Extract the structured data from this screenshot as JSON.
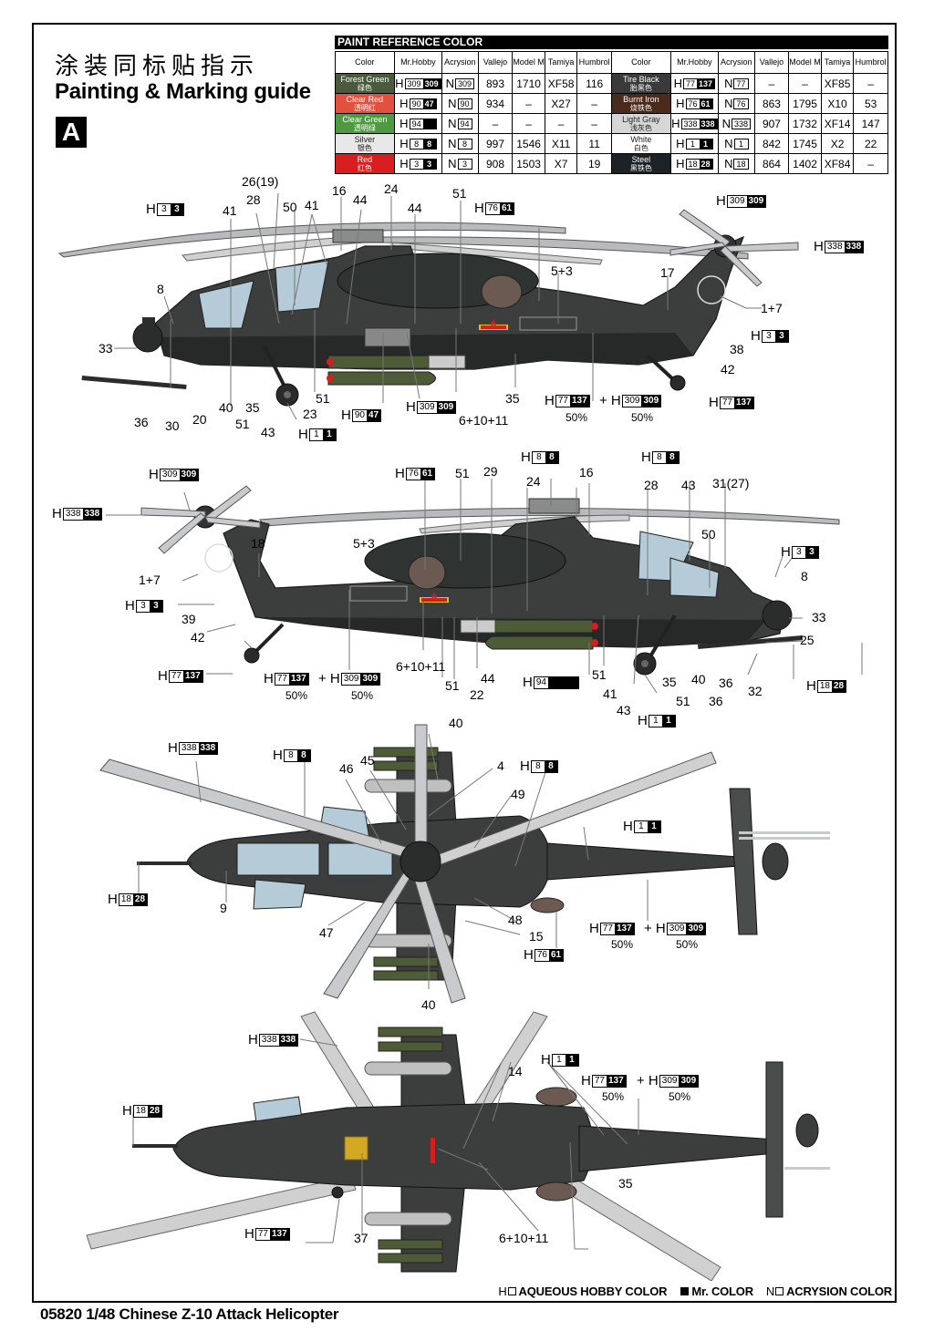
{
  "page": {
    "title_cn": "涂装同标贴指示",
    "title_en": "Painting & Marking guide",
    "scheme": "A"
  },
  "paint_reference": {
    "heading": "PAINT  REFERENCE COLOR",
    "columns": [
      "Color",
      "Mr.Hobby",
      "Acrysion",
      "Vallejo",
      "Model Master",
      "Tamiya",
      "Humbrol"
    ],
    "left": [
      {
        "name": "Forest Green",
        "name_cn": "绿色",
        "swatch": "#4a5a3c",
        "h": [
          "309",
          "309"
        ],
        "n": "309",
        "vallejo": "893",
        "model_master": "1710",
        "tamiya": "XF58",
        "humbrol": "116"
      },
      {
        "name": "Clear Red",
        "name_cn": "透明红",
        "swatch": "#e2513f",
        "h": [
          "90",
          "47"
        ],
        "n": "90",
        "vallejo": "934",
        "model_master": "–",
        "tamiya": "X27",
        "humbrol": "–"
      },
      {
        "name": "Clear Green",
        "name_cn": "透明绿",
        "swatch": "#4f9a40",
        "h": [
          "94",
          ""
        ],
        "n": "94",
        "vallejo": "–",
        "model_master": "–",
        "tamiya": "–",
        "humbrol": "–"
      },
      {
        "name": "Silver",
        "name_cn": "银色",
        "swatch": "#e8e8e8",
        "h": [
          "8",
          "8"
        ],
        "n": "8",
        "vallejo": "997",
        "model_master": "1546",
        "tamiya": "X11",
        "humbrol": "11"
      },
      {
        "name": "Red",
        "name_cn": "红色",
        "swatch": "#d81e1e",
        "h": [
          "3",
          "3"
        ],
        "n": "3",
        "vallejo": "908",
        "model_master": "1503",
        "tamiya": "X7",
        "humbrol": "19"
      }
    ],
    "right": [
      {
        "name": "Tire Black",
        "name_cn": "胎黑色",
        "swatch": "#3a3a3a",
        "h": [
          "77",
          "137"
        ],
        "n": "77",
        "vallejo": "–",
        "model_master": "–",
        "tamiya": "XF85",
        "humbrol": "–"
      },
      {
        "name": "Burnt Iron",
        "name_cn": "烧铁色",
        "swatch": "#4a2a1a",
        "h": [
          "76",
          "61"
        ],
        "n": "76",
        "vallejo": "863",
        "model_master": "1795",
        "tamiya": "X10",
        "humbrol": "53"
      },
      {
        "name": "Light Gray",
        "name_cn": "浅灰色",
        "swatch": "#d6d6d6",
        "h": [
          "338",
          "338"
        ],
        "n": "338",
        "vallejo": "907",
        "model_master": "1732",
        "tamiya": "XF14",
        "humbrol": "147"
      },
      {
        "name": "White",
        "name_cn": "白色",
        "swatch": "#ffffff",
        "h": [
          "1",
          "1"
        ],
        "n": "1",
        "vallejo": "842",
        "model_master": "1745",
        "tamiya": "X2",
        "humbrol": "22"
      },
      {
        "name": "Steel",
        "name_cn": "黑铁色",
        "swatch": "#1c2226",
        "h": [
          "18",
          "28"
        ],
        "n": "18",
        "vallejo": "864",
        "model_master": "1402",
        "tamiya": "XF84",
        "humbrol": "–"
      }
    ]
  },
  "views": {
    "left_side": {
      "labels": [
        "26(19)",
        "28",
        "41",
        "50",
        "41",
        "16",
        "44",
        "24",
        "44",
        "51",
        "8",
        "33",
        "17",
        "1+7",
        "38",
        "42",
        "5+3",
        "40",
        "35",
        "51",
        "43",
        "23",
        "51",
        "36",
        "30",
        "20",
        "35",
        "6+10+11"
      ],
      "callouts": [
        {
          "id": "red-light",
          "h": [
            "3",
            "3"
          ]
        },
        {
          "id": "exhaust",
          "h": [
            "76",
            "61"
          ]
        },
        {
          "id": "tail-rotor-hub",
          "h": [
            "309",
            "309"
          ]
        },
        {
          "id": "tail-rotor-blades",
          "h": [
            "338",
            "338"
          ]
        },
        {
          "id": "tail-light",
          "h": [
            "3",
            "3"
          ]
        },
        {
          "id": "main-wheel",
          "h": [
            "1",
            "1"
          ]
        },
        {
          "id": "rocket-tip",
          "h": [
            "90",
            "47"
          ]
        },
        {
          "id": "rockets",
          "h": [
            "309",
            "309"
          ]
        },
        {
          "id": "tail-wheel",
          "h": [
            "77",
            "137"
          ]
        },
        {
          "id": "fuselage-a",
          "h": [
            "77",
            "137"
          ],
          "pct": "50%"
        },
        {
          "id": "fuselage-b",
          "h": [
            "309",
            "309"
          ],
          "pct": "50%"
        }
      ]
    },
    "right_side": {
      "labels": [
        "51",
        "29",
        "24",
        "16",
        "28",
        "43",
        "31(27)",
        "50",
        "8",
        "33",
        "25",
        "18",
        "5+3",
        "1+7",
        "39",
        "42",
        "6+10+11",
        "51",
        "44",
        "22",
        "51",
        "41",
        "43",
        "35",
        "40",
        "51",
        "36",
        "36",
        "32"
      ],
      "callouts": [
        {
          "id": "tail-rotor-hub",
          "h": [
            "309",
            "309"
          ]
        },
        {
          "id": "tail-rotor-blades",
          "h": [
            "338",
            "338"
          ]
        },
        {
          "id": "exhaust",
          "h": [
            "76",
            "61"
          ]
        },
        {
          "id": "rotor-mast",
          "h": [
            "8",
            "8"
          ]
        },
        {
          "id": "canopy-frame",
          "h": [
            "8",
            "8"
          ]
        },
        {
          "id": "red-light",
          "h": [
            "3",
            "3"
          ]
        },
        {
          "id": "tail-light",
          "h": [
            "3",
            "3"
          ]
        },
        {
          "id": "tail-wheel",
          "h": [
            "77",
            "137"
          ]
        },
        {
          "id": "fuselage-a",
          "h": [
            "77",
            "137"
          ],
          "pct": "50%"
        },
        {
          "id": "fuselage-b",
          "h": [
            "309",
            "309"
          ],
          "pct": "50%"
        },
        {
          "id": "sensor-glass",
          "h": [
            "94",
            ""
          ]
        },
        {
          "id": "main-wheel",
          "h": [
            "1",
            "1"
          ]
        },
        {
          "id": "cannon",
          "h": [
            "18",
            "28"
          ]
        }
      ]
    },
    "top": {
      "labels": [
        "40",
        "46",
        "45",
        "4",
        "49",
        "9",
        "47",
        "48",
        "15",
        "40"
      ],
      "callouts": [
        {
          "id": "rotor-blade",
          "h": [
            "338",
            "338"
          ]
        },
        {
          "id": "antenna",
          "h": [
            "8",
            "8"
          ]
        },
        {
          "id": "hub",
          "h": [
            "8",
            "8"
          ]
        },
        {
          "id": "cannon",
          "h": [
            "18",
            "28"
          ]
        },
        {
          "id": "light",
          "h": [
            "1",
            "1"
          ]
        },
        {
          "id": "fuselage-a",
          "h": [
            "77",
            "137"
          ],
          "pct": "50%"
        },
        {
          "id": "fuselage-b",
          "h": [
            "309",
            "309"
          ],
          "pct": "50%"
        },
        {
          "id": "exhaust",
          "h": [
            "76",
            "61"
          ]
        }
      ]
    },
    "bottom": {
      "labels": [
        "14",
        "35",
        "37",
        "6+10+11"
      ],
      "callouts": [
        {
          "id": "rotor-blade",
          "h": [
            "338",
            "338"
          ]
        },
        {
          "id": "cannon",
          "h": [
            "18",
            "28"
          ]
        },
        {
          "id": "lights",
          "h": [
            "1",
            "1"
          ]
        },
        {
          "id": "fuselage-a",
          "h": [
            "77",
            "137"
          ],
          "pct": "50%"
        },
        {
          "id": "fuselage-b",
          "h": [
            "309",
            "309"
          ],
          "pct": "50%"
        },
        {
          "id": "wheel",
          "h": [
            "77",
            "137"
          ]
        }
      ]
    }
  },
  "legend": {
    "h_prefix": "H",
    "h_label": "AQUEOUS HOBBY COLOR",
    "mr_label": "Mr. COLOR",
    "n_prefix": "N",
    "n_label": "ACRYSION COLOR"
  },
  "footer": "05820 1/48  Chinese Z-10 Attack Helicopter",
  "colors": {
    "fuselage": "#3b3e3d",
    "fuselage_dark": "#232625",
    "blade": "#c9cacb",
    "canopy": "#b6cbd8",
    "rocket": "#4d5b36",
    "exhaust": "#6b5a52",
    "star_red": "#d21f1f",
    "star_yellow": "#e8b92a"
  }
}
